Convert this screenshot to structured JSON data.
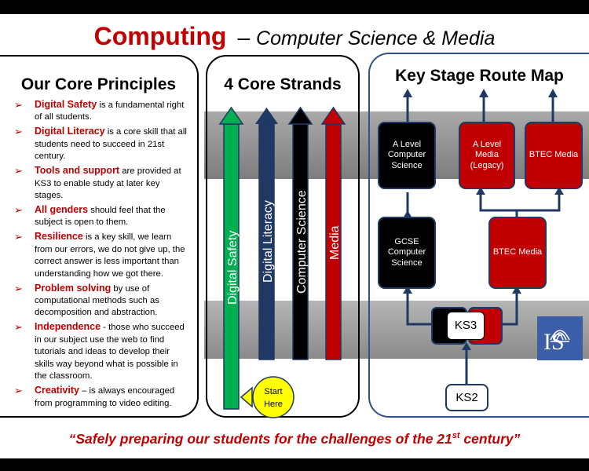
{
  "header": {
    "main": "Computing",
    "dash": "–",
    "subtitle": "Computer Science & Media"
  },
  "principles": {
    "heading": "Our Core Principles",
    "items": [
      {
        "highlight": "Digital Safety",
        "text": " is a fundamental right of all students."
      },
      {
        "highlight": "Digital Literacy",
        "text": "  is a core skill that all students need to succeed in 21st century."
      },
      {
        "highlight": "Tools and support",
        "text": " are provided at KS3 to enable study at later key stages."
      },
      {
        "highlight": "All genders",
        "text": " should feel that the subject is open to them."
      },
      {
        "highlight": "Resilience",
        "text": " is a key skill, we learn from our errors, we do not give up, the correct answer is less important than understanding how we got there."
      },
      {
        "highlight": "Problem solving",
        "text": " by use of computational methods such as decomposition and abstraction."
      },
      {
        "highlight": "Independence",
        "text": " - those who succeed in our subject use the web to find tutorials and ideas to develop their skills way beyond what is possible in the classroom."
      },
      {
        "highlight": "Creativity",
        "text": " – is always encouraged from programming to video editing."
      }
    ]
  },
  "strands": {
    "heading": "4 Core Strands",
    "items": [
      {
        "label": "Digital Safety",
        "color": "#00b050",
        "text_color": "#ffffff"
      },
      {
        "label": "Digital Literacy",
        "color": "#1f3864",
        "text_color": "#ffffff"
      },
      {
        "label": "Computer Science",
        "color": "#000000",
        "text_color": "#ffffff"
      },
      {
        "label": "Media",
        "color": "#c00000",
        "text_color": "#ffffff"
      }
    ],
    "start_line1": "Start",
    "start_line2": "Here",
    "start_color": "#ffff00"
  },
  "route": {
    "heading": "Key Stage Route Map",
    "alevel_cs": "A Level Computer Science",
    "alevel_media": "A Level Media (Legacy)",
    "btec_media_top": "BTEC Media",
    "gcse_cs": "GCSE Computer Science",
    "btec_media": "BTEC Media",
    "ks3": "KS3",
    "ks2": "KS2",
    "logo": "IS"
  },
  "quote": {
    "pre": "“Safely preparing our students for the challenges of the 21",
    "sup": "st",
    "post": " century”"
  },
  "colors": {
    "accent_red": "#c00000",
    "navy": "#1f3864",
    "frame_blue": "#2f528f"
  }
}
